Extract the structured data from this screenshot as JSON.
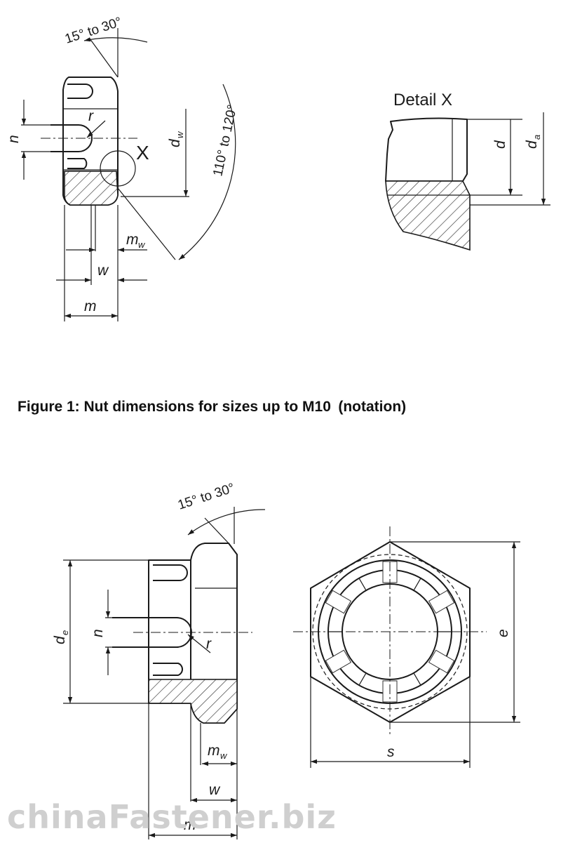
{
  "figure1": {
    "angle_chamfer": "15° to 30°",
    "angle_bearing": "110° to 120°",
    "detail_title": "Detail X",
    "detail_marker": "X",
    "labels": {
      "n": "n",
      "r": "r",
      "d_w": "d",
      "d_w_sub": "w",
      "m_w": "m",
      "m_w_sub": "w",
      "w": "w",
      "m": "m"
    },
    "detail_labels": {
      "d": "d",
      "d_a": "d",
      "d_a_sub": "a"
    }
  },
  "caption": {
    "bold": "Figure 1:  Nut dimensions for sizes up to M10",
    "plain": "(notation)"
  },
  "figure2": {
    "angle_chamfer": "15° to 30°",
    "labels": {
      "d_e": "d",
      "d_e_sub": "e",
      "n": "n",
      "r": "r",
      "m_w": "m",
      "m_w_sub": "w",
      "w": "w",
      "m": "m",
      "e": "e",
      "s": "s"
    }
  },
  "watermark": "chinaFastener.biz"
}
